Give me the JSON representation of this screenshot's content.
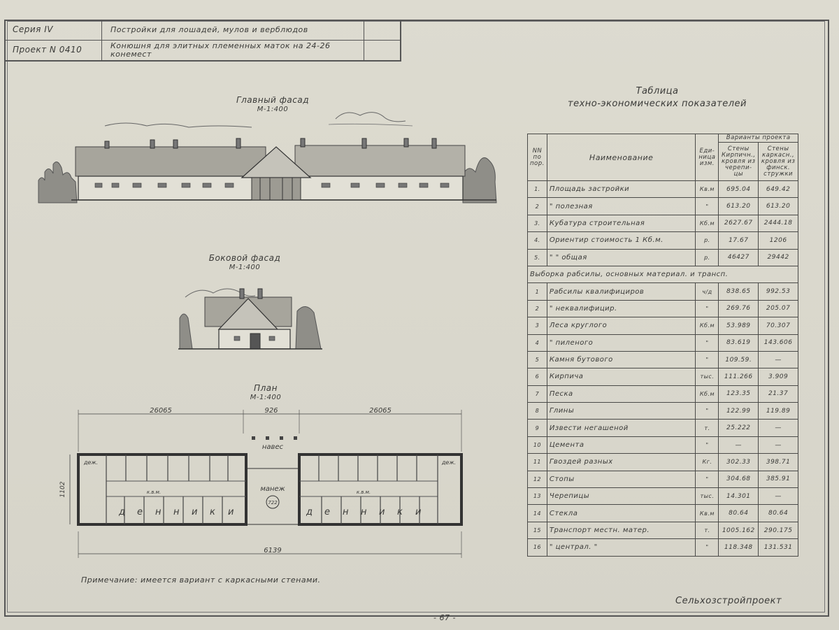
{
  "title_block": {
    "series_label": "Серия IV",
    "series_desc": "Постройки для лошадей, мулов и верблюдов",
    "project_label": "Проект N 0410",
    "project_desc": "Конюшня для элитных племенных маток на 24-26 конемест"
  },
  "facade_main": {
    "title": "Главный фасад",
    "scale": "М-1:400"
  },
  "facade_side": {
    "title": "Боковой фасад",
    "scale": "М-1:400"
  },
  "plan": {
    "title": "План",
    "scale": "М-1:400",
    "dim_left": "26065",
    "dim_mid": "926",
    "dim_right": "26065",
    "dim_total": "6139",
    "dim_height": "1102",
    "labels": {
      "naves": "навес",
      "manezh": "манеж",
      "circle": "722",
      "dezh_left": "деж.",
      "dezh_right": "деж.",
      "kvm_left": "к.в.м.",
      "kvm_right": "к.в.м.",
      "denniki_left": [
        "д",
        "е",
        "н",
        "н",
        "и",
        "к",
        "и"
      ],
      "denniki_right": [
        "д",
        "е",
        "н",
        "н",
        "и",
        "к",
        "и"
      ]
    }
  },
  "tech_table": {
    "title_line1": "Таблица",
    "title_line2": "техно-экономических показателей",
    "headers": {
      "num": "NN по пор.",
      "name": "Наименование",
      "unit": "Еди-ница изм.",
      "variants": "Варианты проекта",
      "v1": "Стены Кирпичн., кровля из черепи-цы",
      "v2": "Стены каркасн., кровля из финск. стружки"
    },
    "rows_a": [
      {
        "n": "1.",
        "name": "Площадь застройки",
        "unit": "Кв.м",
        "v1": "695.04",
        "v2": "649.42"
      },
      {
        "n": "2",
        "name": "\"        полезная",
        "unit": "\"",
        "v1": "613.20",
        "v2": "613.20"
      },
      {
        "n": "3.",
        "name": "Кубатура строительная",
        "unit": "Кб.м",
        "v1": "2627.67",
        "v2": "2444.18"
      },
      {
        "n": "4.",
        "name": "Ориентир стоимость 1 Кб.м.",
        "unit": "р.",
        "v1": "17.67",
        "v2": "1206"
      },
      {
        "n": "5.",
        "name": "\"         \"     общая",
        "unit": "р.",
        "v1": "46427",
        "v2": "29442"
      }
    ],
    "section_title": "Выборка рабсилы, основных материал. и трансп.",
    "rows_b": [
      {
        "n": "1",
        "name": "Рабсилы квалифициров",
        "unit": "ч/д",
        "v1": "838.65",
        "v2": "992.53"
      },
      {
        "n": "2",
        "name": "\"       неквалифицир.",
        "unit": "\"",
        "v1": "269.76",
        "v2": "205.07"
      },
      {
        "n": "3",
        "name": "Леса круглого",
        "unit": "Кб.м",
        "v1": "53.989",
        "v2": "70.307"
      },
      {
        "n": "4",
        "name": "\"      пиленого",
        "unit": "\"",
        "v1": "83.619",
        "v2": "143.606"
      },
      {
        "n": "5",
        "name": "Камня бутового",
        "unit": "\"",
        "v1": "109.59.",
        "v2": "—"
      },
      {
        "n": "6",
        "name": "Кирпича",
        "unit": "тыс.",
        "v1": "111.266",
        "v2": "3.909"
      },
      {
        "n": "7",
        "name": "Песка",
        "unit": "Кб.м",
        "v1": "123.35",
        "v2": "21.37"
      },
      {
        "n": "8",
        "name": "Глины",
        "unit": "\"",
        "v1": "122.99",
        "v2": "119.89"
      },
      {
        "n": "9",
        "name": "Извести негашеной",
        "unit": "т.",
        "v1": "25.222",
        "v2": "—"
      },
      {
        "n": "10",
        "name": "Цемента",
        "unit": "\"",
        "v1": "—",
        "v2": "—"
      },
      {
        "n": "11",
        "name": "Гвоздей разных",
        "unit": "Кг.",
        "v1": "302.33",
        "v2": "398.71"
      },
      {
        "n": "12",
        "name": "Стопы",
        "unit": "\"",
        "v1": "304.68",
        "v2": "385.91"
      },
      {
        "n": "13",
        "name": "Черепицы",
        "unit": "тыс.",
        "v1": "14.301",
        "v2": "—"
      },
      {
        "n": "14",
        "name": "Стекла",
        "unit": "Кв.м",
        "v1": "80.64",
        "v2": "80.64"
      },
      {
        "n": "15",
        "name": "Транспорт местн. матер.",
        "unit": "т.",
        "v1": "1005.162",
        "v2": "290.175"
      },
      {
        "n": "16",
        "name": "\"        централ.  \"",
        "unit": "\"",
        "v1": "118.348",
        "v2": "131.531"
      }
    ]
  },
  "note": "Примечание: имеется вариант с каркасными стенами.",
  "org": "Сельхозстройпроект",
  "page_number": "- 67 -"
}
